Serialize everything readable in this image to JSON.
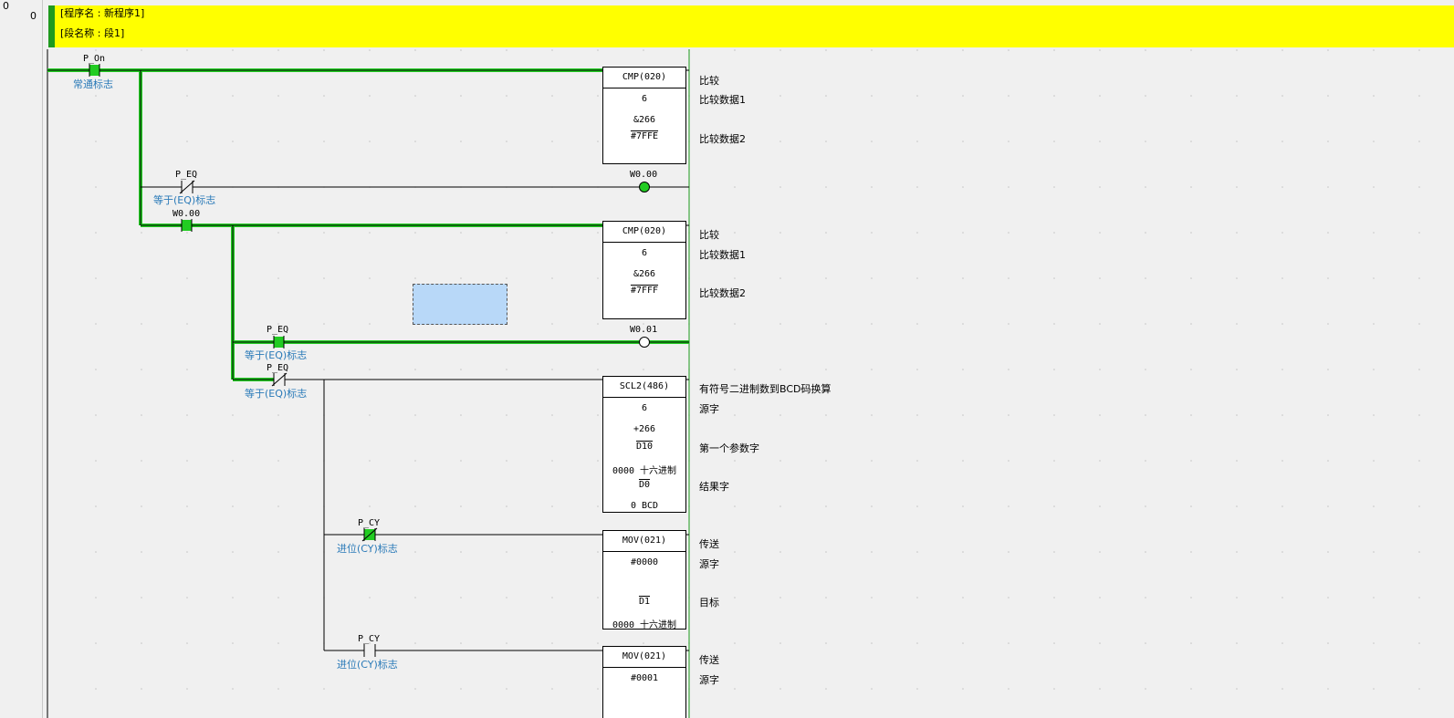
{
  "rung": {
    "line_number": "0",
    "step_number": "0"
  },
  "comment": {
    "program_name": "[程序名 : 新程序1]",
    "section_name": "[段名称 : 段1]"
  },
  "contacts": {
    "p_on": {
      "label": "P_On",
      "desc": "常通标志"
    },
    "p_eq_1": {
      "label": "P_EQ",
      "desc": "等于(EQ)标志"
    },
    "w0_00_contact": {
      "label": "W0.00"
    },
    "p_eq_2": {
      "label": "P_EQ",
      "desc": "等于(EQ)标志"
    },
    "p_eq_3": {
      "label": "P_EQ",
      "desc": "等于(EQ)标志"
    },
    "p_cy_1": {
      "label": "P_CY",
      "desc": "进位(CY)标志"
    },
    "p_cy_2": {
      "label": "P_CY",
      "desc": "进位(CY)标志"
    }
  },
  "coils": {
    "w0_00": {
      "label": "W0.00"
    },
    "w0_01": {
      "label": "W0.01"
    }
  },
  "instructions": {
    "cmp1": {
      "title": "CMP(020)",
      "op1": "6",
      "op2a": "&266",
      "op2b": "#7FFE",
      "fn": "比较",
      "fn_op1": "比较数据1",
      "fn_op2": "比较数据2"
    },
    "cmp2": {
      "title": "CMP(020)",
      "op1": "6",
      "op2a": "&266",
      "op2b": "#7FFF",
      "fn": "比较",
      "fn_op1": "比较数据1",
      "fn_op2": "比较数据2"
    },
    "scl2": {
      "title": "SCL2(486)",
      "op1": "6",
      "op2a": "+266",
      "op2b": "D10",
      "op3a": "0000 十六进制",
      "op3b": "D0",
      "op4": "0 BCD",
      "fn": "有符号二进制数到BCD码换算",
      "fn_op1": "源字",
      "fn_op2": "第一个参数字",
      "fn_op3": "结果字"
    },
    "mov1": {
      "title": "MOV(021)",
      "op1": "#0000",
      "op2": "D1",
      "op2b": "0000 十六进制",
      "fn": "传送",
      "fn_op1": "源字",
      "fn_op2": "目标"
    },
    "mov2": {
      "title": "MOV(021)",
      "op1": "#0001",
      "fn": "传送",
      "fn_op1": "源字"
    }
  },
  "colors": {
    "energized": "#22cc22",
    "comment_bg": "#ffff00",
    "selection": "#b8d8f8"
  }
}
